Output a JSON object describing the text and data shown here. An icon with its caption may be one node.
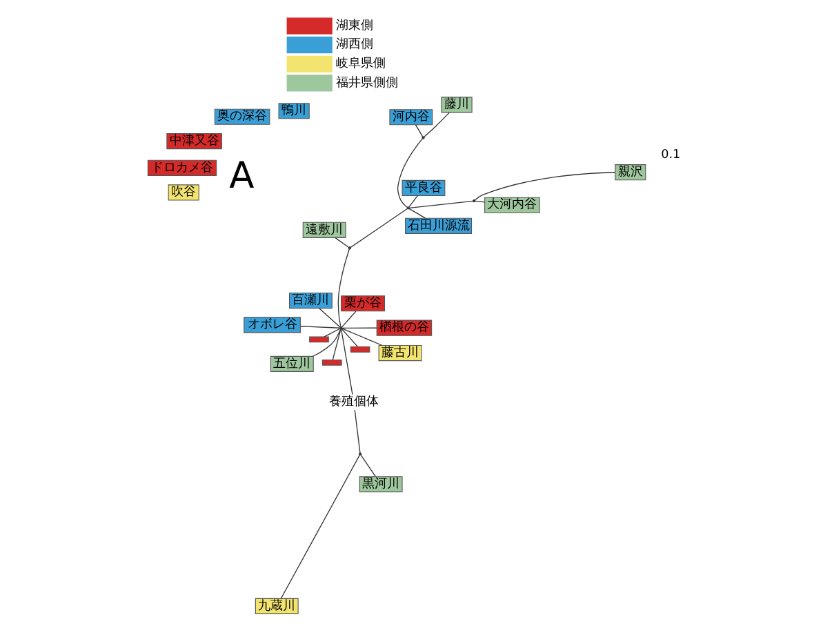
{
  "diagram": {
    "nodes": [
      {
        "text": [
          "九蔵川"
        ]
      },
      {
        "text": [
          "黒河川"
        ]
      },
      {
        "text": [
          "養殖個体"
        ]
      },
      {
        "text": [
          "栗が谷"
        ]
      },
      {
        "text": [
          "楢根の谷"
        ]
      },
      {
        "text": [
          "百瀬川"
        ]
      },
      {
        "text": [
          "五位川"
        ]
      },
      {
        "text": [
          "藤古川"
        ]
      },
      {
        "text": [],
        "shape": "box"
      },
      {
        "text": [],
        "shape": "box"
      },
      {
        "text": [],
        "shape": "box"
      },
      {
        "text": [
          "オボレ谷"
        ]
      },
      {
        "text": [
          "遠敷川"
        ]
      },
      {
        "text": [
          "平良谷"
        ]
      },
      {
        "text": [
          "親沢"
        ]
      },
      {
        "text": [
          "大河内谷"
        ]
      },
      {
        "text": [
          "石田川源流"
        ]
      },
      {
        "text": [
          "河内谷"
        ]
      },
      {
        "text": [
          "藤川"
        ]
      },
      {
        "text": [
          "吹谷"
        ]
      },
      {
        "text": [
          "ドロカメ谷"
        ]
      },
      {
        "text": [
          "中津又谷"
        ]
      },
      {
        "text": [
          "奥の深谷"
        ]
      },
      {
        "text": [
          "鴨川"
        ]
      },
      {
        "text": [],
        "shape": "point"
      },
      {
        "text": [],
        "shape": "point"
      },
      {
        "text": [],
        "shape": "point"
      },
      {
        "text": [],
        "shape": "point"
      },
      {
        "text": [],
        "shape": "point"
      },
      {
        "text": [],
        "shape": "point"
      }
    ],
    "edges": [
      {
        "from": 24,
        "to": 0,
        "arrow": "none"
      },
      {
        "from": 24,
        "to": 1,
        "arrow": "none"
      },
      {
        "from": 24,
        "to": 2,
        "arrow": "none"
      },
      {
        "from": 2,
        "to": 25,
        "arrow": "none"
      },
      {
        "from": 25,
        "to": 3,
        "arrow": "none"
      },
      {
        "from": 25,
        "to": 4,
        "arrow": "none"
      },
      {
        "from": 25,
        "to": 5,
        "arrow": "none"
      },
      {
        "from": 25,
        "to": 6,
        "arrow": "none"
      },
      {
        "from": 25,
        "to": 7,
        "arrow": "none"
      },
      {
        "from": 25,
        "to": 8,
        "arrow": "none"
      },
      {
        "from": 25,
        "to": 9,
        "arrow": "none"
      },
      {
        "from": 25,
        "to": 10,
        "arrow": "none"
      },
      {
        "from": 25,
        "to": 11,
        "arrow": "none"
      },
      {
        "from": 25,
        "to": 26,
        "arrow": "none"
      },
      {
        "from": 26,
        "to": 12,
        "arrow": "none"
      },
      {
        "from": 26,
        "to": 27,
        "arrow": "none"
      },
      {
        "from": 27,
        "to": 13,
        "arrow": "none"
      },
      {
        "from": 27,
        "to": 28,
        "arrow": "none"
      },
      {
        "from": 28,
        "to": 15,
        "arrow": "none"
      },
      {
        "from": 28,
        "to": 14,
        "arrow": "none"
      },
      {
        "from": 27,
        "to": 16,
        "arrow": "none"
      },
      {
        "from": 27,
        "to": 29,
        "arrow": "none"
      },
      {
        "from": 29,
        "to": 17,
        "arrow": "none"
      },
      {
        "from": 29,
        "to": 18,
        "arrow": "none"
      }
    ],
    "labels": [
      "A",
      "0.1"
    ],
    "legend": [
      {
        "text": "湖東側",
        "color": "#d42a2a"
      },
      {
        "text": "湖西側",
        "color": "#3a9fd6"
      },
      {
        "text": "岐阜県側",
        "color": "#f2e46e"
      },
      {
        "text": "福井県側側",
        "color": "#9ec79e"
      }
    ]
  }
}
